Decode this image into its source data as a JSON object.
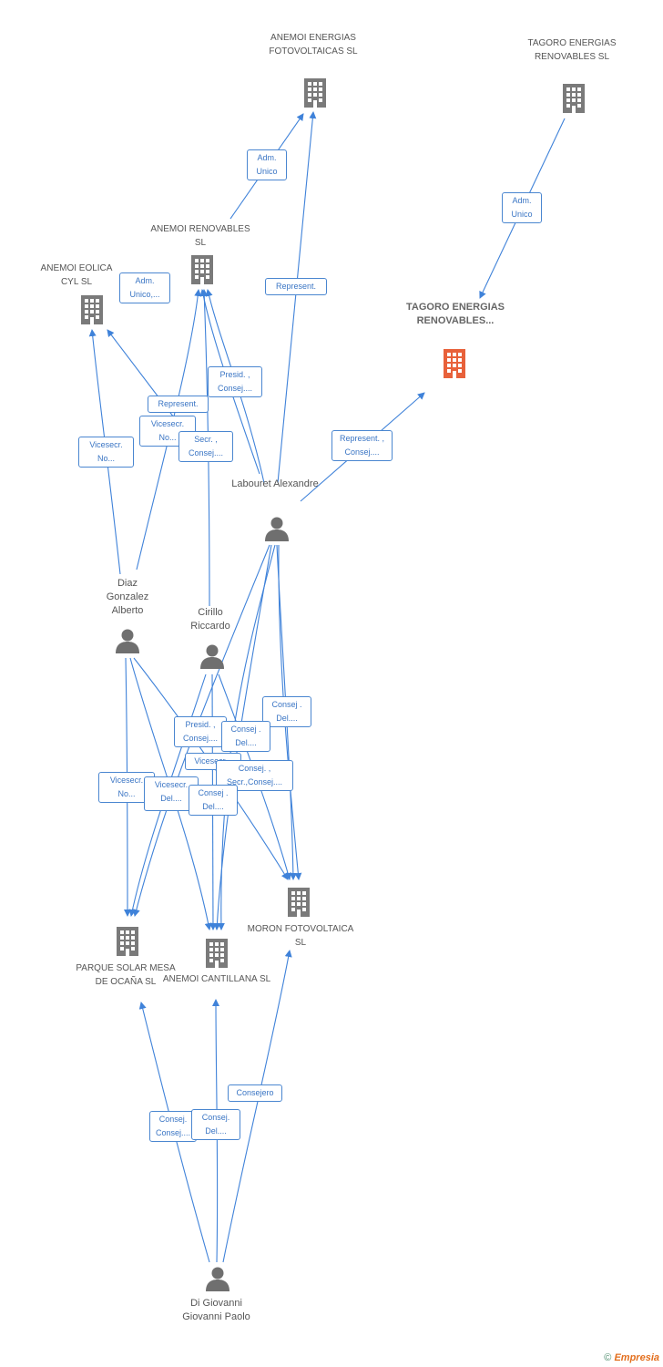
{
  "colors": {
    "edge": "#3f82d9",
    "node": "#7a7a7a",
    "focus": "#e8613a"
  },
  "companies": {
    "fotovoltaicas": "ANEMOI ENERGIAS FOTOVOLTAICAS SL",
    "tagoro_renovables": "TAGORO ENERGIAS RENOVABLES SL",
    "renovables": "ANEMOI RENOVABLES SL",
    "eolica": "ANEMOI EOLICA CYL SL",
    "tagoro_focus": "TAGORO ENERGIAS RENOVABLES...",
    "moron": "MORON FOTOVOLTAICA SL",
    "parque": "PARQUE SOLAR MESA DE OCAÑA SL",
    "cantillana": "ANEMOI CANTILLANA SL"
  },
  "people": {
    "labouret": "Labouret Alexandre",
    "diaz": "Diaz Gonzalez Alberto",
    "cirillo": "Cirillo Riccardo",
    "digiovanni": "Di Giovanni Giovanni Paolo"
  },
  "edge_labels": {
    "adm_unico_1": "Adm. Unico",
    "adm_unico_2": "Adm. Unico",
    "adm_unico_3": "Adm. Unico,...",
    "represent_1": "Represent.",
    "represent_2": "Represent.",
    "presid_consej_1": "Presid. , Consej....",
    "vicesecr_no_1": "Vicesecr. No...",
    "secr_consej_1": "Secr. , Consej....",
    "represent_consej": "Represent. , Consej....",
    "vicesecr_no_2": "Vicesecr. No...",
    "consej_del_1": "Consej . Del....",
    "presid_consej_2": "Presid. , Consej....",
    "consej_del_2": "Consej . Del....",
    "vicesecr_3": "Vicesecr...",
    "consej_secr": "Consej. , Secr.,Consej....",
    "vicesecr_no_3": "Vicesecr. No...",
    "vicesecr_del": "Vicesecr. Del....",
    "consej_del_3": "Consej . Del....",
    "consejero": "Consejero",
    "consej_consej": "Consej. Consej....",
    "consej_del_4": "Consej. Del...."
  },
  "footer": {
    "copyright": "©",
    "brand": "Empresia"
  }
}
